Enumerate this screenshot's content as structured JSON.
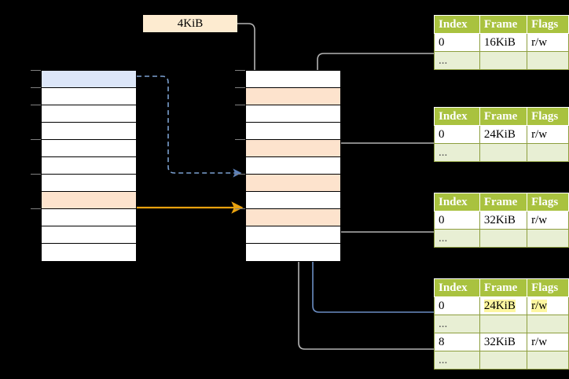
{
  "diagram": {
    "title_label": "4KiB",
    "left_column": {
      "name": "virtual-address-space",
      "rows": [
        {
          "fill": "blue"
        },
        {
          "fill": "white"
        },
        {
          "fill": "white"
        },
        {
          "fill": "white"
        },
        {
          "fill": "white"
        },
        {
          "fill": "white"
        },
        {
          "fill": "white"
        },
        {
          "fill": "peach"
        },
        {
          "fill": "white"
        },
        {
          "fill": "white"
        },
        {
          "fill": "white"
        }
      ]
    },
    "middle_column": {
      "name": "physical-memory",
      "rows": [
        {
          "fill": "white"
        },
        {
          "fill": "peach"
        },
        {
          "fill": "white"
        },
        {
          "fill": "white"
        },
        {
          "fill": "peach"
        },
        {
          "fill": "white"
        },
        {
          "fill": "peach"
        },
        {
          "fill": "white"
        },
        {
          "fill": "peach"
        },
        {
          "fill": "white"
        },
        {
          "fill": "white"
        }
      ]
    },
    "tables": [
      {
        "name": "page-table-1",
        "headers": [
          "Index",
          "Frame",
          "Flags"
        ],
        "rows": [
          {
            "cells": [
              "0",
              "16KiB",
              "r/w"
            ],
            "style": "normal",
            "highlight": []
          },
          {
            "cells": [
              "...",
              "",
              ""
            ],
            "style": "ellipsis",
            "highlight": []
          }
        ]
      },
      {
        "name": "page-table-2",
        "headers": [
          "Index",
          "Frame",
          "Flags"
        ],
        "rows": [
          {
            "cells": [
              "0",
              "24KiB",
              "r/w"
            ],
            "style": "normal",
            "highlight": []
          },
          {
            "cells": [
              "...",
              "",
              ""
            ],
            "style": "ellipsis",
            "highlight": []
          }
        ]
      },
      {
        "name": "page-table-3",
        "headers": [
          "Index",
          "Frame",
          "Flags"
        ],
        "rows": [
          {
            "cells": [
              "0",
              "32KiB",
              "r/w"
            ],
            "style": "normal",
            "highlight": []
          },
          {
            "cells": [
              "...",
              "",
              ""
            ],
            "style": "ellipsis",
            "highlight": []
          }
        ]
      },
      {
        "name": "page-table-4",
        "headers": [
          "Index",
          "Frame",
          "Flags"
        ],
        "rows": [
          {
            "cells": [
              "0",
              "24KiB",
              "r/w"
            ],
            "style": "normal",
            "highlight": [
              1,
              2
            ]
          },
          {
            "cells": [
              "...",
              "",
              ""
            ],
            "style": "ellipsis",
            "highlight": []
          },
          {
            "cells": [
              "8",
              "32KiB",
              "r/w"
            ],
            "style": "normal",
            "highlight": []
          },
          {
            "cells": [
              "...",
              "",
              ""
            ],
            "style": "ellipsis",
            "highlight": []
          }
        ]
      }
    ],
    "colors": {
      "background": "#000000",
      "table_header": "#a9c23f",
      "table_border": "#8d9e3e",
      "ellipsis_row": "#e8efd4",
      "cell_highlight": "#fdf6a0",
      "label_fill": "#fdebd0",
      "row_blue": "#dce6f8",
      "row_peach": "#fde3cd",
      "wire_gray": "#b3b3b3",
      "wire_blue": "#6b8ec4",
      "wire_orange": "#e8a33d"
    }
  }
}
